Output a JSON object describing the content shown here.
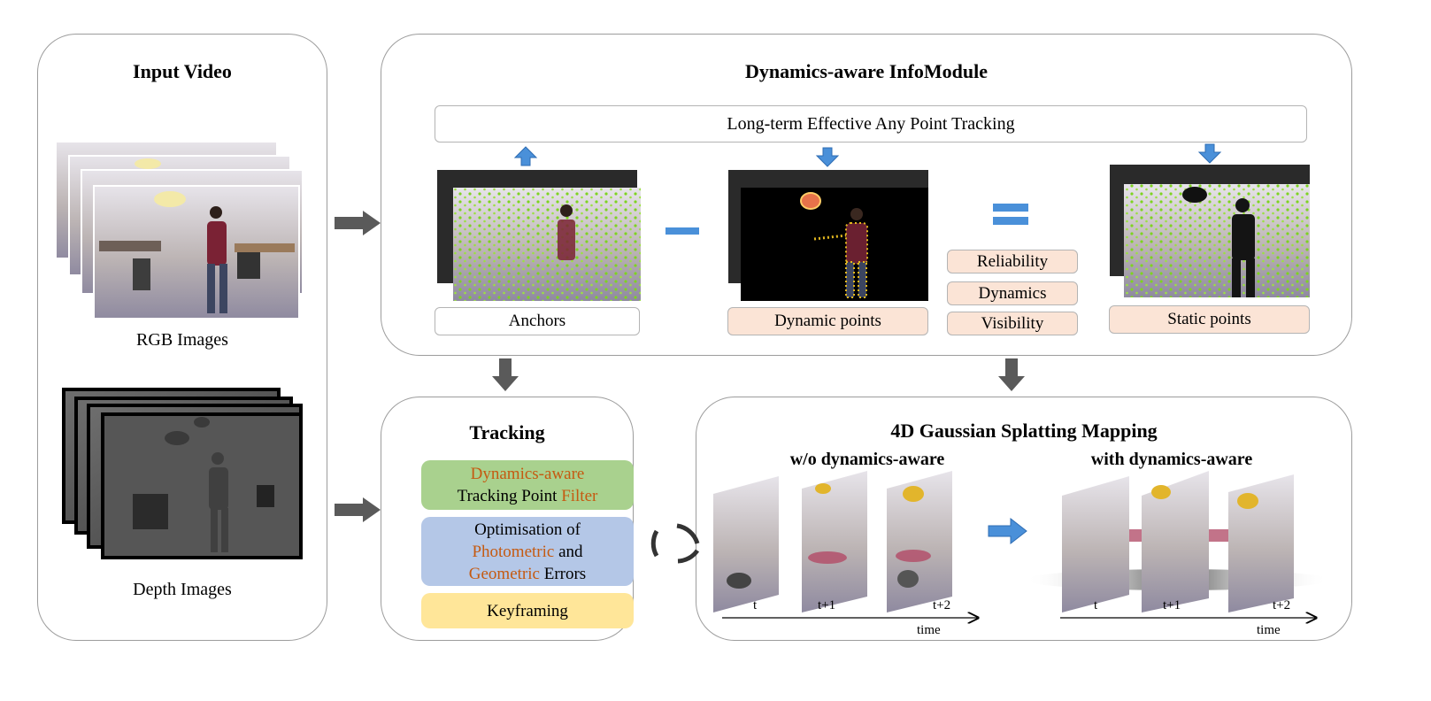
{
  "input_video": {
    "title": "Input Video",
    "rgb_label": "RGB Images",
    "depth_label": "Depth Images"
  },
  "info_module": {
    "title": "Dynamics-aware InfoModule",
    "tracking_bar": "Long-term Effective Any Point Tracking",
    "anchors_label": "Anchors",
    "dynamic_label": "Dynamic points",
    "static_label": "Static points",
    "attributes": [
      "Reliability",
      "Dynamics",
      "Visibility"
    ]
  },
  "tracking": {
    "title": "Tracking",
    "filter_prefix": "Dynamics-aware",
    "filter_main": "Tracking Point",
    "filter_suffix": "Filter",
    "optim_line1": "Optimisation of",
    "optim_photometric": "Photometric",
    "optim_and": "and",
    "optim_geometric": "Geometric",
    "optim_errors": "Errors",
    "keyframing": "Keyframing"
  },
  "mapping": {
    "title": "4D Gaussian Splatting Mapping",
    "without_label": "w/o dynamics-aware",
    "with_label": "with dynamics-aware",
    "frames": [
      "t",
      "t+1",
      "t+2"
    ],
    "axis_label": "time"
  },
  "colors": {
    "green_box": "#a9d18e",
    "blue_box": "#b4c7e7",
    "yellow_box": "#ffe699",
    "peach_box": "#fbe4d6",
    "accent_orange": "#c55a11",
    "arrow_blue": "#4a90d9",
    "arrow_gray": "#5a5a5a"
  }
}
